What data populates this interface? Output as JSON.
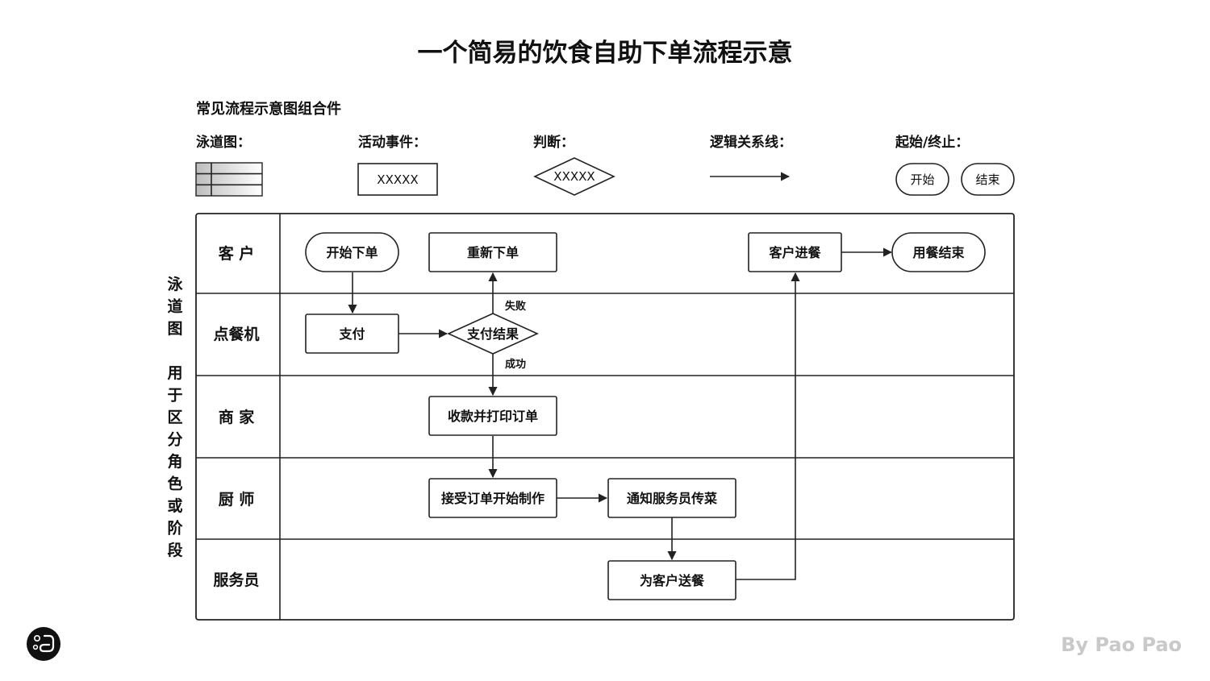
{
  "title": "一个简易的饮食自助下单流程示意",
  "legend": {
    "heading": "常见流程示意图组合件",
    "swimlane_label": "泳道图：",
    "activity_label": "活动事件：",
    "activity_sample": "XXXXX",
    "decision_label": "判断：",
    "decision_sample": "XXXXX",
    "arrow_label": "逻辑关系线：",
    "terminal_label": "起始/终止：",
    "start_sample": "开始",
    "end_sample": "结束"
  },
  "side_note": {
    "chars": [
      "泳",
      "道",
      "图",
      "",
      "用",
      "于",
      "区",
      "分",
      "角",
      "色",
      "或",
      "阶",
      "段"
    ]
  },
  "lanes": [
    "客 户",
    "点餐机",
    "商 家",
    "厨 师",
    "服务员"
  ],
  "nodes": {
    "start_order": "开始下单",
    "reorder": "重新下单",
    "customer_eat": "客户进餐",
    "meal_end": "用餐结束",
    "pay": "支付",
    "pay_result": "支付结果",
    "collect_print": "收款并打印订单",
    "accept_cook": "接受订单开始制作",
    "notify_waiter": "通知服务员传菜",
    "serve": "为客户送餐"
  },
  "edge_labels": {
    "fail": "失败",
    "success": "成功"
  },
  "credit": "By Pao Pao",
  "icons": {
    "logo": "paopao-logo-icon"
  },
  "colors": {
    "stroke": "#222222",
    "credit": "#c9c9c9",
    "logo_bg": "#111111"
  }
}
